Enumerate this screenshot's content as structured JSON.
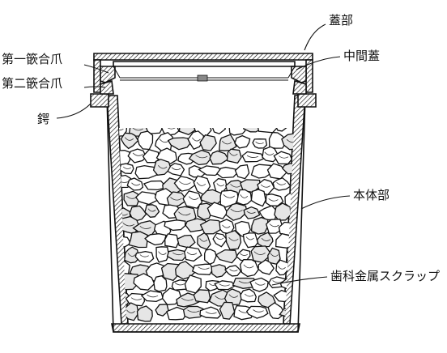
{
  "labels": {
    "lid": "蓋部",
    "inner_lid": "中間蓋",
    "first_claw": "第一篏合爪",
    "second_claw": "第二篏合爪",
    "flange": "鍔",
    "body": "本体部",
    "scrap": "歯科金属スクラップ"
  }
}
